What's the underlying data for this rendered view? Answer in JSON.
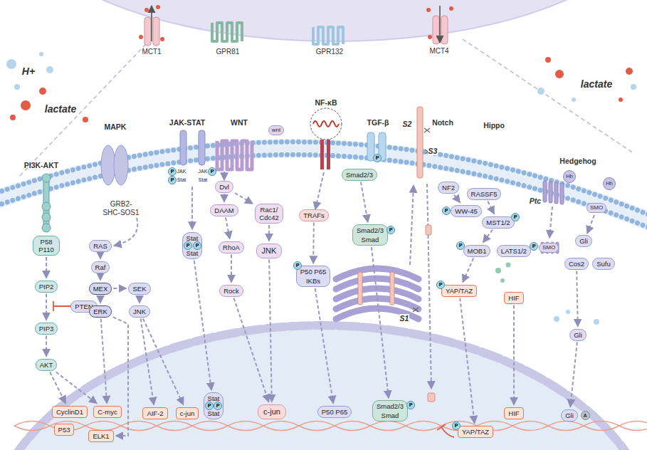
{
  "diagram": {
    "nodes": [
      {
        "text": [
          "P58 P110"
        ]
      },
      {
        "text": [
          "PIP2"
        ]
      },
      {
        "text": [
          "PTEN"
        ]
      },
      {
        "text": [
          "PIP3"
        ]
      },
      {
        "text": [
          "AKT"
        ]
      },
      {
        "text": [
          "RAS"
        ]
      },
      {
        "text": [
          "Raf"
        ]
      },
      {
        "text": [
          "MEX"
        ]
      },
      {
        "text": [
          "SEK"
        ]
      },
      {
        "text": [
          "ERK"
        ]
      },
      {
        "text": [
          "JNK"
        ]
      },
      {
        "text": [
          "Stat",
          "Stat"
        ]
      },
      {
        "text": [
          "Dvl"
        ]
      },
      {
        "text": [
          "DAAM"
        ]
      },
      {
        "text": [
          "RhoA"
        ]
      },
      {
        "text": [
          "Rock"
        ]
      },
      {
        "text": [
          "Rac1/ Cdc42"
        ]
      },
      {
        "text": [
          "JNK"
        ]
      },
      {
        "text": [
          "TRAFs"
        ]
      },
      {
        "text": [
          "P50 P65",
          "IKBs"
        ]
      },
      {
        "text": [
          "Smad2/3"
        ]
      },
      {
        "text": [
          "Smad2/3",
          "Smad"
        ]
      },
      {
        "text": [
          "NF2"
        ]
      },
      {
        "text": [
          "RASSF5"
        ]
      },
      {
        "text": [
          "WW-45"
        ]
      },
      {
        "text": [
          "MST1/2"
        ]
      },
      {
        "text": [
          "MOB1"
        ]
      },
      {
        "text": [
          "LATS1/2"
        ]
      },
      {
        "text": [
          "YAP/TAZ"
        ]
      },
      {
        "text": [
          "HIF"
        ]
      },
      {
        "text": [
          "Gli"
        ]
      },
      {
        "text": [
          "Cos2"
        ]
      },
      {
        "text": [
          "Sufu"
        ]
      },
      {
        "text": [
          "Gli"
        ]
      },
      {
        "text": [
          "CyclinD1"
        ]
      },
      {
        "text": [
          "C-myc"
        ]
      },
      {
        "text": [
          "P53"
        ]
      },
      {
        "text": [
          "ELK1"
        ]
      },
      {
        "text": [
          "AIF-2"
        ]
      },
      {
        "text": [
          "c-jun"
        ]
      },
      {
        "text": [
          "Stat",
          "Stat"
        ]
      },
      {
        "text": [
          "c-jun"
        ]
      },
      {
        "text": [
          "P50 P65"
        ]
      },
      {
        "text": [
          "Smad2/3",
          "Smad"
        ]
      },
      {
        "text": [
          "YAP/TAZ"
        ]
      },
      {
        "text": [
          "HIF"
        ]
      },
      {
        "text": [
          "Gli"
        ]
      }
    ],
    "edges": [
      {
        "from": 0,
        "to": 1,
        "arrow": "to"
      },
      {
        "from": 1,
        "to": 3,
        "arrow": "to"
      },
      {
        "from": 3,
        "to": 4,
        "arrow": "to"
      },
      {
        "from": 4,
        "to": 34,
        "arrow": "to"
      },
      {
        "from": 4,
        "to": 35,
        "arrow": "to"
      },
      {
        "from": 5,
        "to": 6,
        "arrow": "to"
      },
      {
        "from": 6,
        "to": 7,
        "arrow": "to"
      },
      {
        "from": 7,
        "to": 8,
        "arrow": "to"
      },
      {
        "from": 7,
        "to": 9,
        "arrow": "to"
      },
      {
        "from": 8,
        "to": 10,
        "arrow": "to"
      },
      {
        "from": 9,
        "to": 35,
        "arrow": "to"
      },
      {
        "from": 9,
        "to": 37,
        "arrow": "to"
      },
      {
        "from": 10,
        "to": 38,
        "arrow": "to"
      },
      {
        "from": 10,
        "to": 39,
        "arrow": "to"
      },
      {
        "from": 11,
        "to": 40,
        "arrow": "to"
      },
      {
        "from": 12,
        "to": 13,
        "arrow": "to"
      },
      {
        "from": 12,
        "to": 16,
        "arrow": "to"
      },
      {
        "from": 13,
        "to": 14,
        "arrow": "to"
      },
      {
        "from": 14,
        "to": 15,
        "arrow": "to"
      },
      {
        "from": 15,
        "to": 41,
        "arrow": "to"
      },
      {
        "from": 16,
        "to": 17,
        "arrow": "to"
      },
      {
        "from": 17,
        "to": 41,
        "arrow": "to"
      },
      {
        "from": 18,
        "to": 19,
        "arrow": "to"
      },
      {
        "from": 19,
        "to": 42,
        "arrow": "to"
      },
      {
        "from": 20,
        "to": 21,
        "arrow": "to"
      },
      {
        "from": 21,
        "to": 43,
        "arrow": "to"
      },
      {
        "from": 22,
        "to": 24,
        "arrow": "to"
      },
      {
        "from": 23,
        "to": 25,
        "arrow": "to"
      },
      {
        "from": 25,
        "to": 26,
        "arrow": "to"
      },
      {
        "from": 26,
        "to": 28,
        "arrow": "to"
      },
      {
        "from": 28,
        "to": 44,
        "arrow": "to"
      },
      {
        "from": 29,
        "to": 45,
        "arrow": "to"
      },
      {
        "from": 31,
        "to": 33,
        "arrow": "to"
      },
      {
        "from": 33,
        "to": 46,
        "arrow": "to"
      }
    ],
    "labels": [
      "H+",
      "lactate",
      "MCT1",
      "GPR81",
      "GPR132",
      "MCT4",
      "lactate",
      "PI3K-AKT",
      "MAPK",
      "JAK-STAT",
      "WNT",
      "wnt",
      "NF-κB",
      "TGF-β",
      "S2",
      "Notch",
      "S3",
      "Hippo",
      "Hedgehog",
      "Ptc",
      "Hh",
      "Hh",
      "SMO",
      "GRB2- SHC-SOS1",
      "JAK",
      "JAK",
      "Stat",
      "Stat",
      "P",
      "P",
      "P",
      "P",
      "P",
      "P",
      "P",
      "P",
      "SMO",
      "S1",
      "P",
      "P",
      "P",
      "P",
      "P",
      "P",
      "P",
      "P",
      "P",
      "A"
    ]
  }
}
